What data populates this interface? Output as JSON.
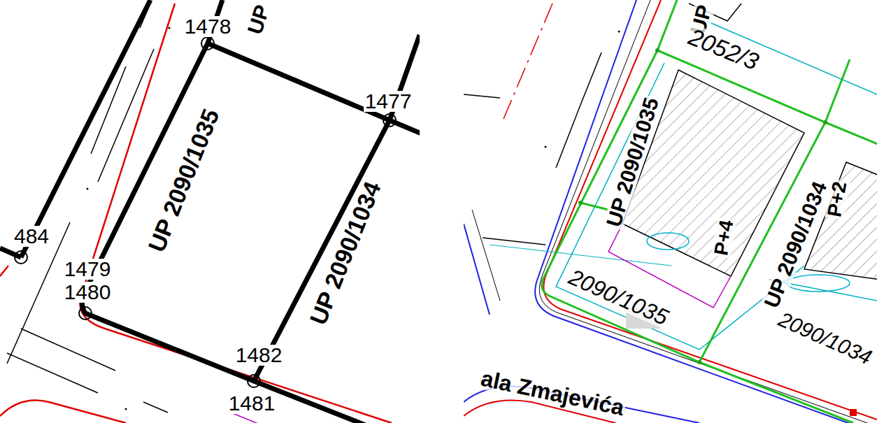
{
  "diagram": {
    "labels": [
      "1478",
      "UP",
      "1477",
      "UP 2090/1035",
      "UP 2090/1034",
      "484",
      "1479",
      "1480",
      "1482",
      "1481",
      "UP",
      "2052/3",
      "UP 2090/1035",
      "P+4",
      "UP 2090/1034",
      "P+2",
      "2090/1035",
      "2090/1034",
      "ala Zmajevića"
    ]
  }
}
